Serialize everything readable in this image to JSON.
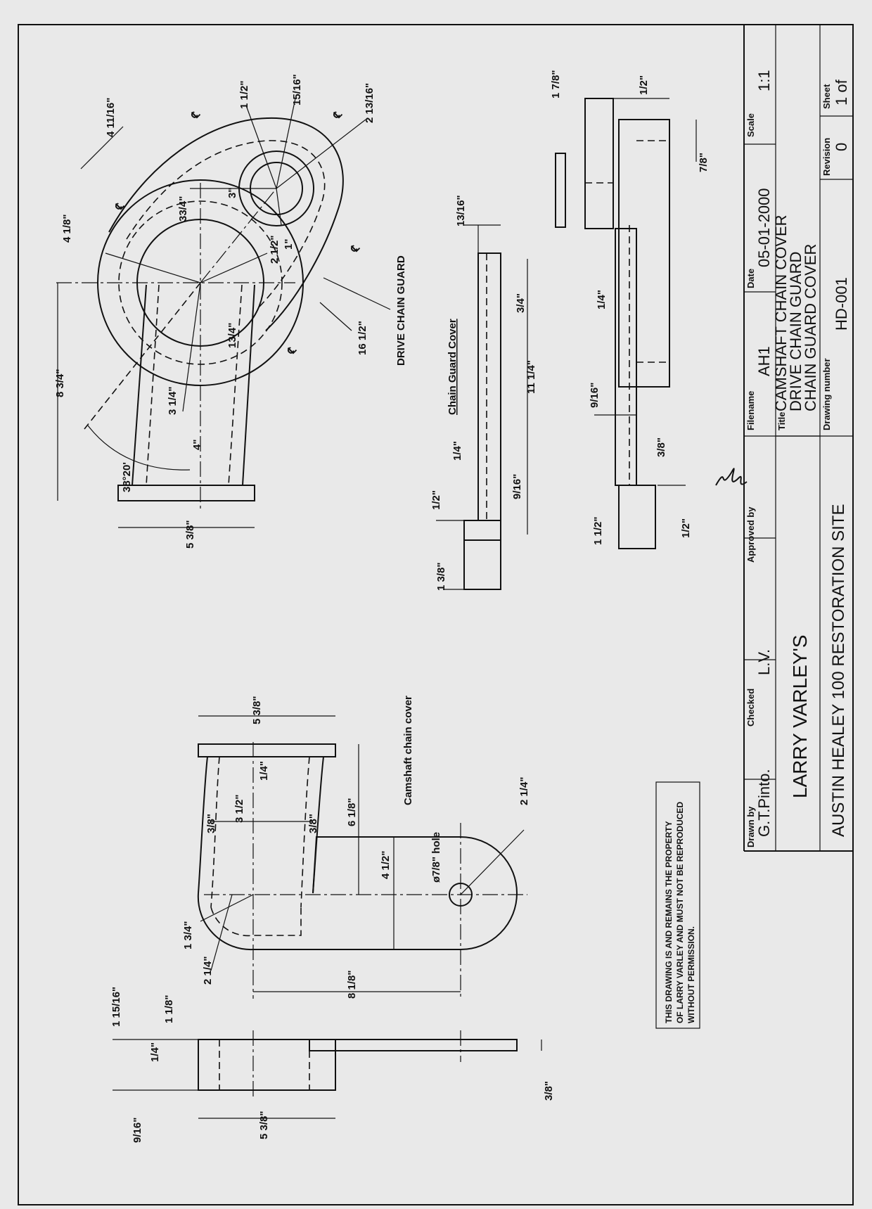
{
  "title_block": {
    "drawn_by_label": "Drawn by",
    "drawn_by": "G.T.Pinto.",
    "checked_label": "Checked",
    "checked": "L.V.",
    "approved_by_label": "Approved by",
    "filename_label": "Filename",
    "filename": "AH1",
    "date_label": "Date",
    "date": "05-01-2000",
    "scale_label": "Scale",
    "scale": "1:1",
    "title_label": "Title",
    "title_lines": [
      "CAMSHAFT CHAIN COVER",
      "DRIVE CHAIN GUARD",
      "CHAIN GUARD COVER"
    ],
    "drawing_number_label": "Drawing number",
    "drawing_number": "HD-001",
    "revision_label": "Revision",
    "revision": "0",
    "sheet_label": "Sheet",
    "sheet": "1 of",
    "owner": "LARRY VARLEY'S",
    "site": "AUSTIN HEALEY 100 RESTORATION SITE"
  },
  "property_notice": [
    "THIS DRAWING IS AND REMAINS THE PROPERTY",
    "OF LARRY VARLEY AND MUST NOT BE  REPRODUCED",
    "WITHOUT PERMISSION."
  ],
  "labels": {
    "drive_chain_guard": "DRIVE CHAIN GUARD",
    "chain_guard_cover": "Chain Guard Cover",
    "camshaft_chain_cover": "Camshaft chain cover",
    "hole": "ø7/8\" hole"
  },
  "dims": {
    "guard": {
      "a": "1 1/2\"",
      "b": "15/16\"",
      "c": "2 13/16\"",
      "d": "4 11/16\"",
      "e": "4 1/8\"",
      "f": "3\"",
      "g": "33/4\"",
      "h": "2 1/2\"",
      "i": "1\"",
      "j": "8 3/4\"",
      "k": "13/4\"",
      "l": "3 1/4\"",
      "m": "4\"",
      "n": "16 1/2\"",
      "o": "38°20'",
      "p": "5 3/8\"",
      "cl1": "℄",
      "cl2": "℄",
      "cl3": "℄",
      "cl4": "℄",
      "cl5": "℄"
    },
    "cover": {
      "a": "13/16\"",
      "b": "3/4\"",
      "c": "11 1/4\"",
      "d": "1/4\"",
      "e": "9/16\"",
      "f": "1/2\"",
      "g": "1 3/8\""
    },
    "side": {
      "a": "1 7/8\"",
      "b": "1/2\"",
      "c": "7/8\"",
      "d": "1/4\"",
      "e": "9/16\"",
      "f": "3/8\"",
      "g": "1/2\"",
      "h": "1 1/2\""
    },
    "camshaft": {
      "a": "5 3/8\"",
      "b": "1/4\"",
      "c": "3/8\"",
      "d": "3 1/2\"",
      "e": "3/8\"",
      "f": "6 1/8\"",
      "g": "4 1/2\"",
      "h": "2 1/4\"",
      "i": "1 3/4\"",
      "j": "2 1/4\"",
      "k": "8 1/8\""
    },
    "camside": {
      "a": "1 15/16\"",
      "b": "1 1/8\"",
      "c": "1/4\"",
      "d": "9/16\"",
      "e": "5 3/8\"",
      "f": "3/8\""
    }
  }
}
